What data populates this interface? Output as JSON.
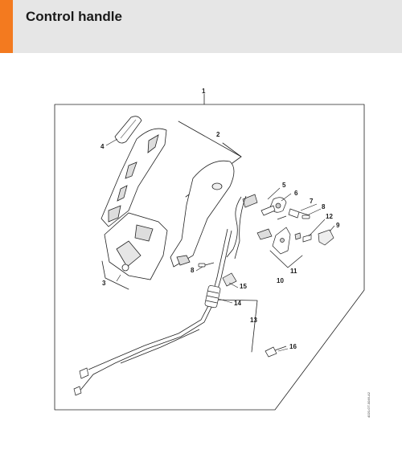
{
  "header": {
    "title": "Control handle",
    "accent_color": "#f37a1f",
    "background": "#e6e6e6"
  },
  "diagram": {
    "callouts": [
      "1",
      "2",
      "3",
      "4",
      "5",
      "6",
      "7",
      "8",
      "8",
      "9",
      "10",
      "11",
      "12",
      "13",
      "14",
      "15",
      "16"
    ],
    "reference_code": "4020-GT-0046-A2"
  }
}
